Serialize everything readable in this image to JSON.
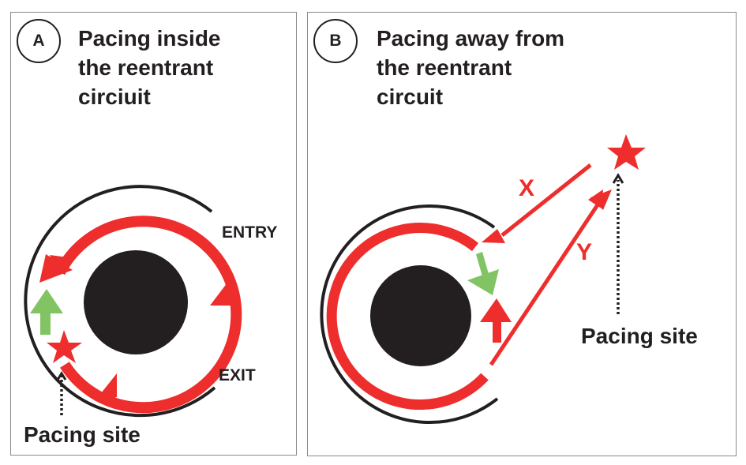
{
  "colors": {
    "red": "#ee2d2d",
    "green": "#82c463",
    "black": "#231f20",
    "border": "#8a8a8a"
  },
  "panels": [
    {
      "id": "A",
      "badge": "A",
      "title": "Pacing inside\nthe reentrant\ncirciuit",
      "labels": {
        "entry": "ENTRY",
        "exit": "EXIT",
        "pacing_site": "Pacing site"
      }
    },
    {
      "id": "B",
      "badge": "B",
      "title": "Pacing away from\nthe reentrant\ncircuit",
      "labels": {
        "x": "X",
        "y": "Y",
        "pacing_site": "Pacing site"
      }
    }
  ],
  "icons": {
    "pacing_stimulus": "star",
    "central_obstacle": "filled-circle",
    "wavefront": "arrow"
  }
}
